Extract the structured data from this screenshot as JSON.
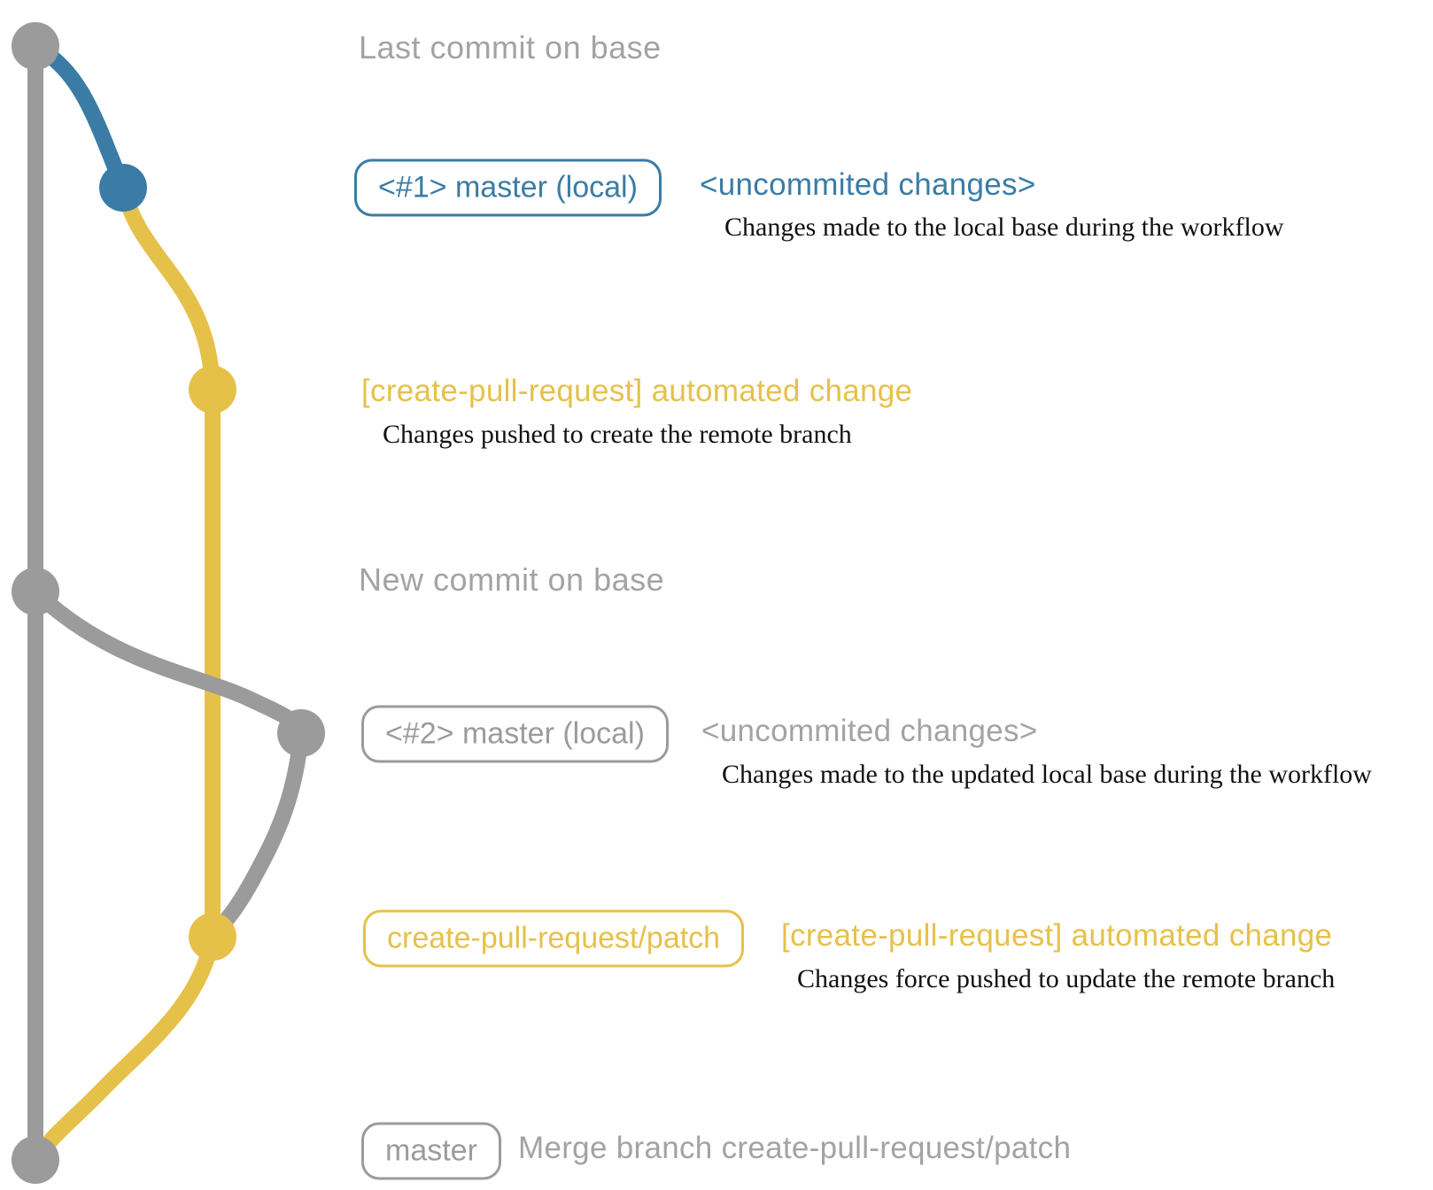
{
  "colors": {
    "base_gray": "#9b9b9b",
    "label_gray": "#a3a3a3",
    "local_blue": "#3a7ca5",
    "branch_yellow": "#e6c14a",
    "description_black": "#111111"
  },
  "graph": {
    "branches": [
      {
        "name": "base",
        "color_key": "base_gray"
      },
      {
        "name": "master-local",
        "color_key": "local_blue"
      },
      {
        "name": "create-pull-request-patch",
        "color_key": "branch_yellow"
      }
    ],
    "commit_count": 7
  },
  "rows": {
    "last_commit": {
      "label": "Last commit on base"
    },
    "commit1": {
      "branch_tag": "<#1> master (local)",
      "message": "<uncommited changes>",
      "description": "Changes made to the local base during the workflow"
    },
    "push1": {
      "message": "[create-pull-request] automated change",
      "description": "Changes pushed to create the remote branch"
    },
    "new_commit": {
      "label": "New commit on base"
    },
    "commit2": {
      "branch_tag": "<#2> master (local)",
      "message": "<uncommited changes>",
      "description": "Changes made to the updated local base during the workflow"
    },
    "push2": {
      "branch_tag": "create-pull-request/patch",
      "message": "[create-pull-request] automated change",
      "description": "Changes force pushed to update the remote branch"
    },
    "merge": {
      "branch_tag": "master",
      "message": "Merge branch create-pull-request/patch"
    }
  }
}
